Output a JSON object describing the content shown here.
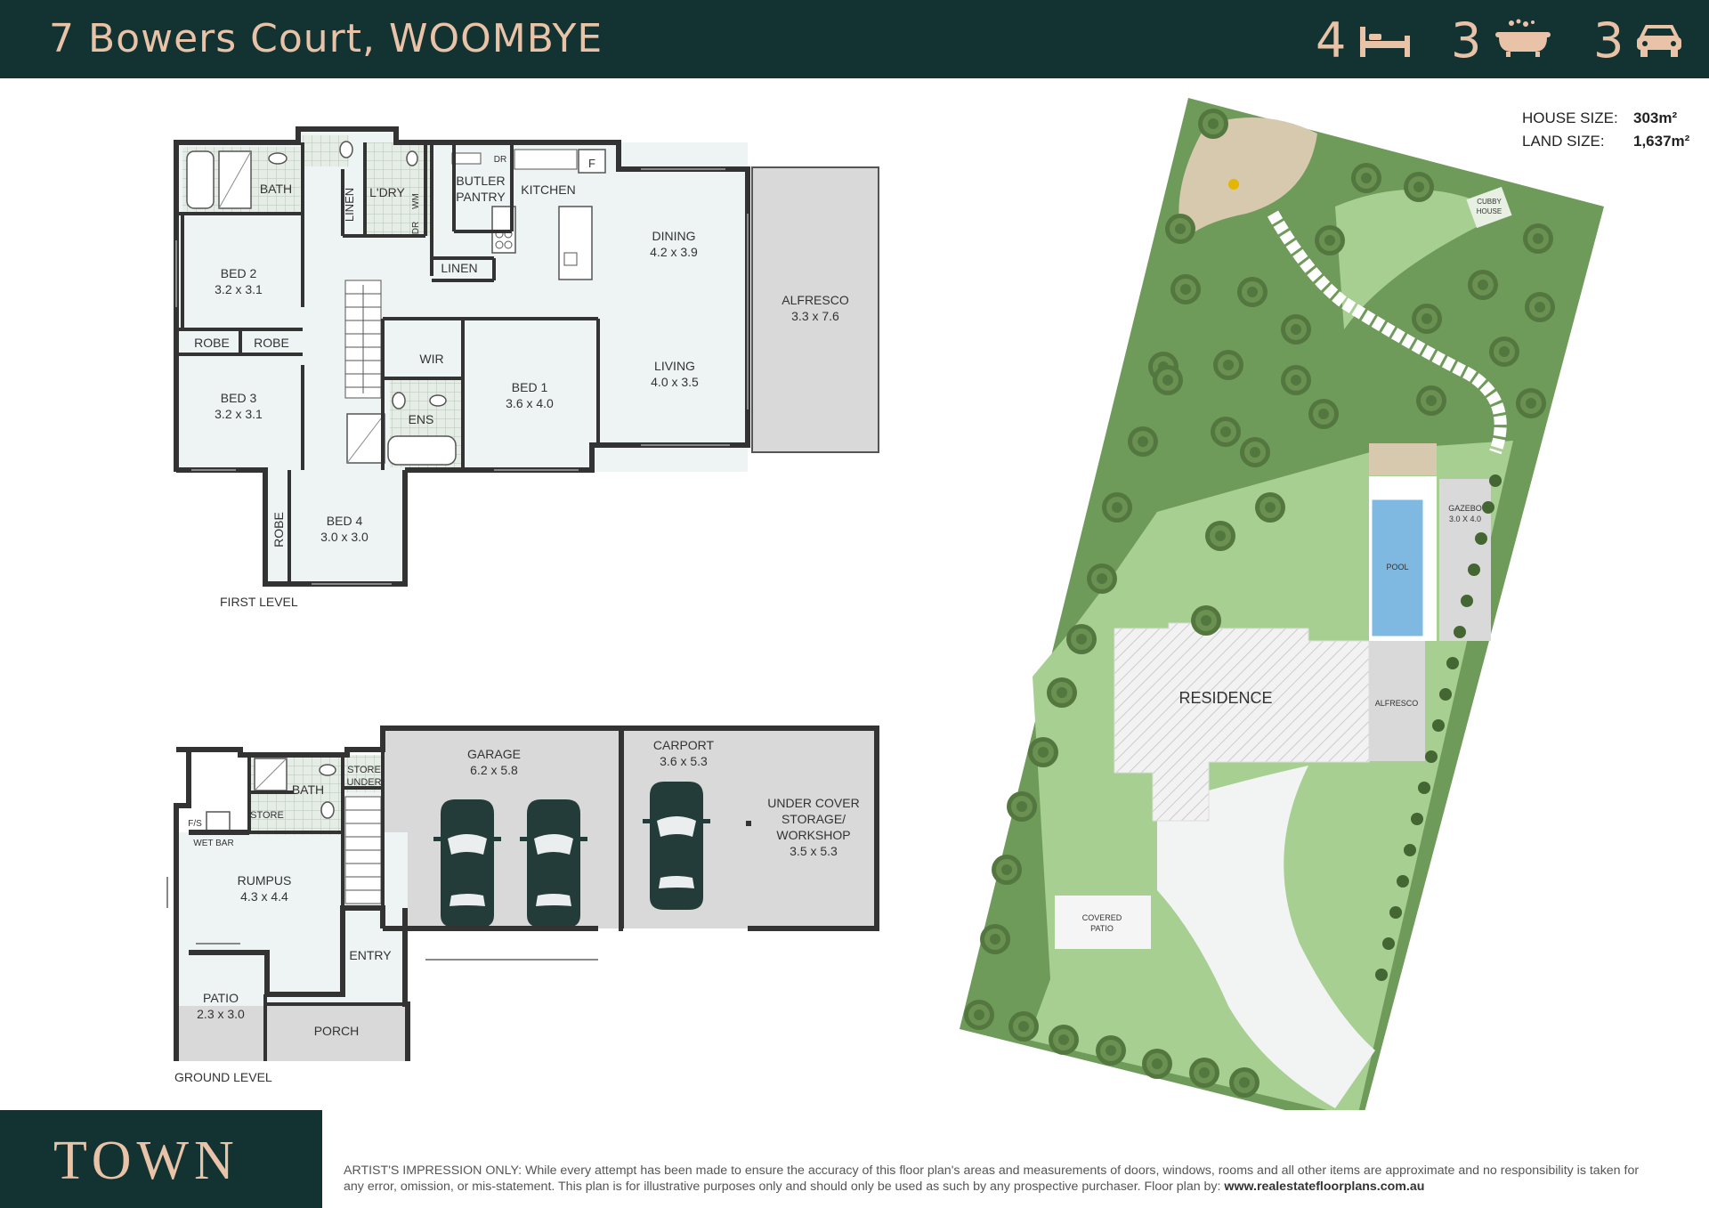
{
  "header": {
    "title": "7 Bowers Court, WOOMBYE",
    "beds": "4",
    "baths": "3",
    "cars": "3",
    "bed_icon": "bed-icon",
    "bath_icon": "bathtub-icon",
    "car_icon": "car-icon"
  },
  "sizes": {
    "house_label": "HOUSE SIZE:",
    "house_value": "303m²",
    "land_label": "LAND SIZE:",
    "land_value": "1,637m²"
  },
  "first_level": {
    "label": "FIRST LEVEL",
    "bath": "BATH",
    "linen1": "LINEN",
    "laundry": "L'DRY",
    "dr1": "DR",
    "wm": "WM",
    "butler1": "BUTLER",
    "butler2": "PANTRY",
    "dr2": "DR",
    "kitchen": "KITCHEN",
    "fridge": "F",
    "linen2": "LINEN",
    "bed2": "BED 2",
    "bed2_size": "3.2 x 3.1",
    "robe1": "ROBE",
    "robe2": "ROBE",
    "bed3": "BED 3",
    "bed3_size": "3.2 x 3.1",
    "wir": "WIR",
    "ens": "ENS",
    "bed1": "BED 1",
    "bed1_size": "3.6 x 4.0",
    "dining": "DINING",
    "dining_size": "4.2 x 3.9",
    "living": "LIVING",
    "living_size": "4.0 x 3.5",
    "alfresco": "ALFRESCO",
    "alfresco_size": "3.3 x 7.6",
    "robe3": "ROBE",
    "bed4": "BED 4",
    "bed4_size": "3.0 x 3.0"
  },
  "ground_level": {
    "label": "GROUND LEVEL",
    "bath": "BATH",
    "store_under1": "STORE",
    "store_under2": "UNDER",
    "store": "STORE",
    "fs": "F/S",
    "wet_bar": "WET BAR",
    "rumpus": "RUMPUS",
    "rumpus_size": "4.3 x 4.4",
    "garage": "GARAGE",
    "garage_size": "6.2 x 5.8",
    "carport": "CARPORT",
    "carport_size": "3.6 x 5.3",
    "storage1": "UNDER COVER",
    "storage2": "STORAGE/",
    "storage3": "WORKSHOP",
    "storage_size": "3.5 x 5.3",
    "entry": "ENTRY",
    "patio": "PATIO",
    "patio_size": "2.3 x 3.0",
    "porch": "PORCH"
  },
  "site": {
    "residence": "RESIDENCE",
    "pool": "POOL",
    "gazebo": "GAZEBO",
    "gazebo_size": "3.0 X 4.0",
    "alfresco": "ALFRESCO",
    "cubby1": "CUBBY",
    "cubby2": "HOUSE",
    "covered1": "COVERED",
    "covered2": "PATIO",
    "north_icon": "north-arrow-icon"
  },
  "footer": {
    "logo": "TOWN",
    "disclaimer_main": "ARTIST'S IMPRESSION ONLY: While every attempt has been made to ensure the accuracy of this floor plan's areas and measurements of doors, windows, rooms and all other items are approximate and no responsibility is taken for any error, omission, or mis-statement. This plan is for illustrative purposes only and should only be used as such by any prospective purchaser. Floor plan by: ",
    "disclaimer_link": "www.realestatefloorplans.com.au"
  },
  "colors": {
    "header_bg": "#123331",
    "accent": "#e9c3a8",
    "wall": "#333333",
    "floor": "#eef3f4",
    "outdoor": "#d9d9d9",
    "lawn_dark": "#6e9a5a",
    "lawn_light": "#a8cf92",
    "pool": "#7fb8e0"
  }
}
